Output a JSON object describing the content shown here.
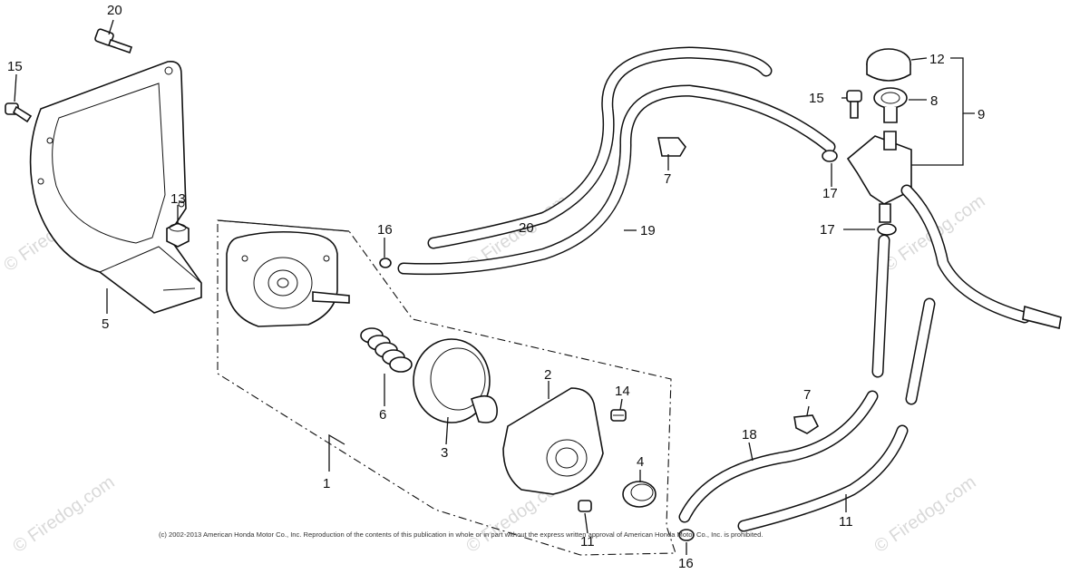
{
  "callouts": {
    "c1": "1",
    "c2": "2",
    "c3": "3",
    "c4": "4",
    "c5": "5",
    "c6": "6",
    "c7a": "7",
    "c7b": "7",
    "c8": "8",
    "c9": "9",
    "c11a": "11",
    "c11b": "11",
    "c12": "12",
    "c13": "13",
    "c14": "14",
    "c15a": "15",
    "c15b": "15",
    "c16a": "16",
    "c16b": "16",
    "c17a": "17",
    "c17b": "17",
    "c18": "18",
    "c19": "19",
    "c20a": "20",
    "c20b": "20"
  },
  "watermark": "© Firedog.com",
  "copyright": "(c) 2002-2013 American Honda Motor Co., Inc. Reproduction of the contents of this publication in whole or in part without the express written approval of American Honda Motor Co., Inc. is prohibited.",
  "colors": {
    "ink": "#111111",
    "watermark": "#d9d9d9",
    "background": "#ffffff"
  }
}
